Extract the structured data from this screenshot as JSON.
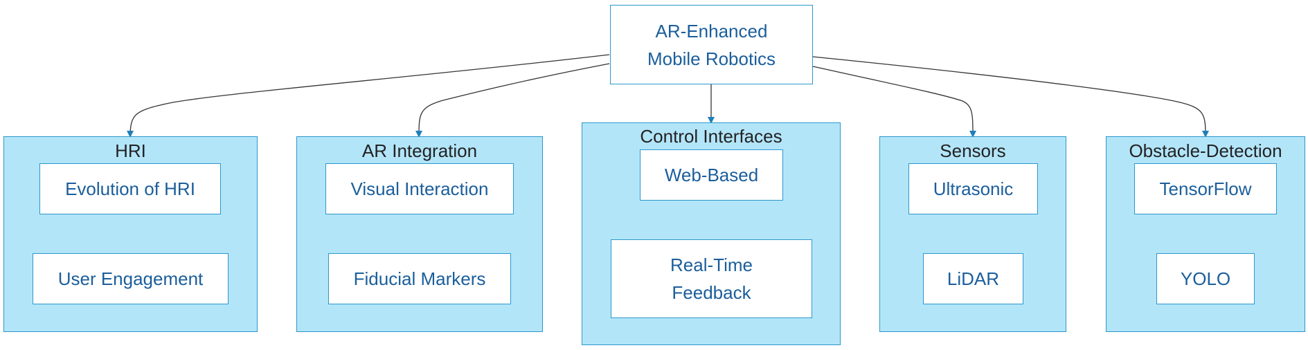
{
  "root": {
    "line1": "AR-Enhanced",
    "line2": "Mobile Robotics"
  },
  "groups": [
    {
      "title": "HRI",
      "items": [
        "Evolution of HRI",
        "User Engagement"
      ]
    },
    {
      "title": "AR Integration",
      "items": [
        "Visual Interaction",
        "Fiducial Markers"
      ]
    },
    {
      "title": "Control Interfaces",
      "items": [
        "Web-Based"
      ],
      "item2_line1": "Real-Time",
      "item2_line2": "Feedback"
    },
    {
      "title": "Sensors",
      "items": [
        "Ultrasonic",
        "LiDAR"
      ]
    },
    {
      "title": "Obstacle-Detection",
      "items": [
        "TensorFlow",
        "YOLO"
      ]
    }
  ],
  "colors": {
    "border": "#2a97cc",
    "group_fill": "#b3e5f9",
    "node_text": "#1b5e9b",
    "title_text": "#222222",
    "edge": "#333333"
  }
}
